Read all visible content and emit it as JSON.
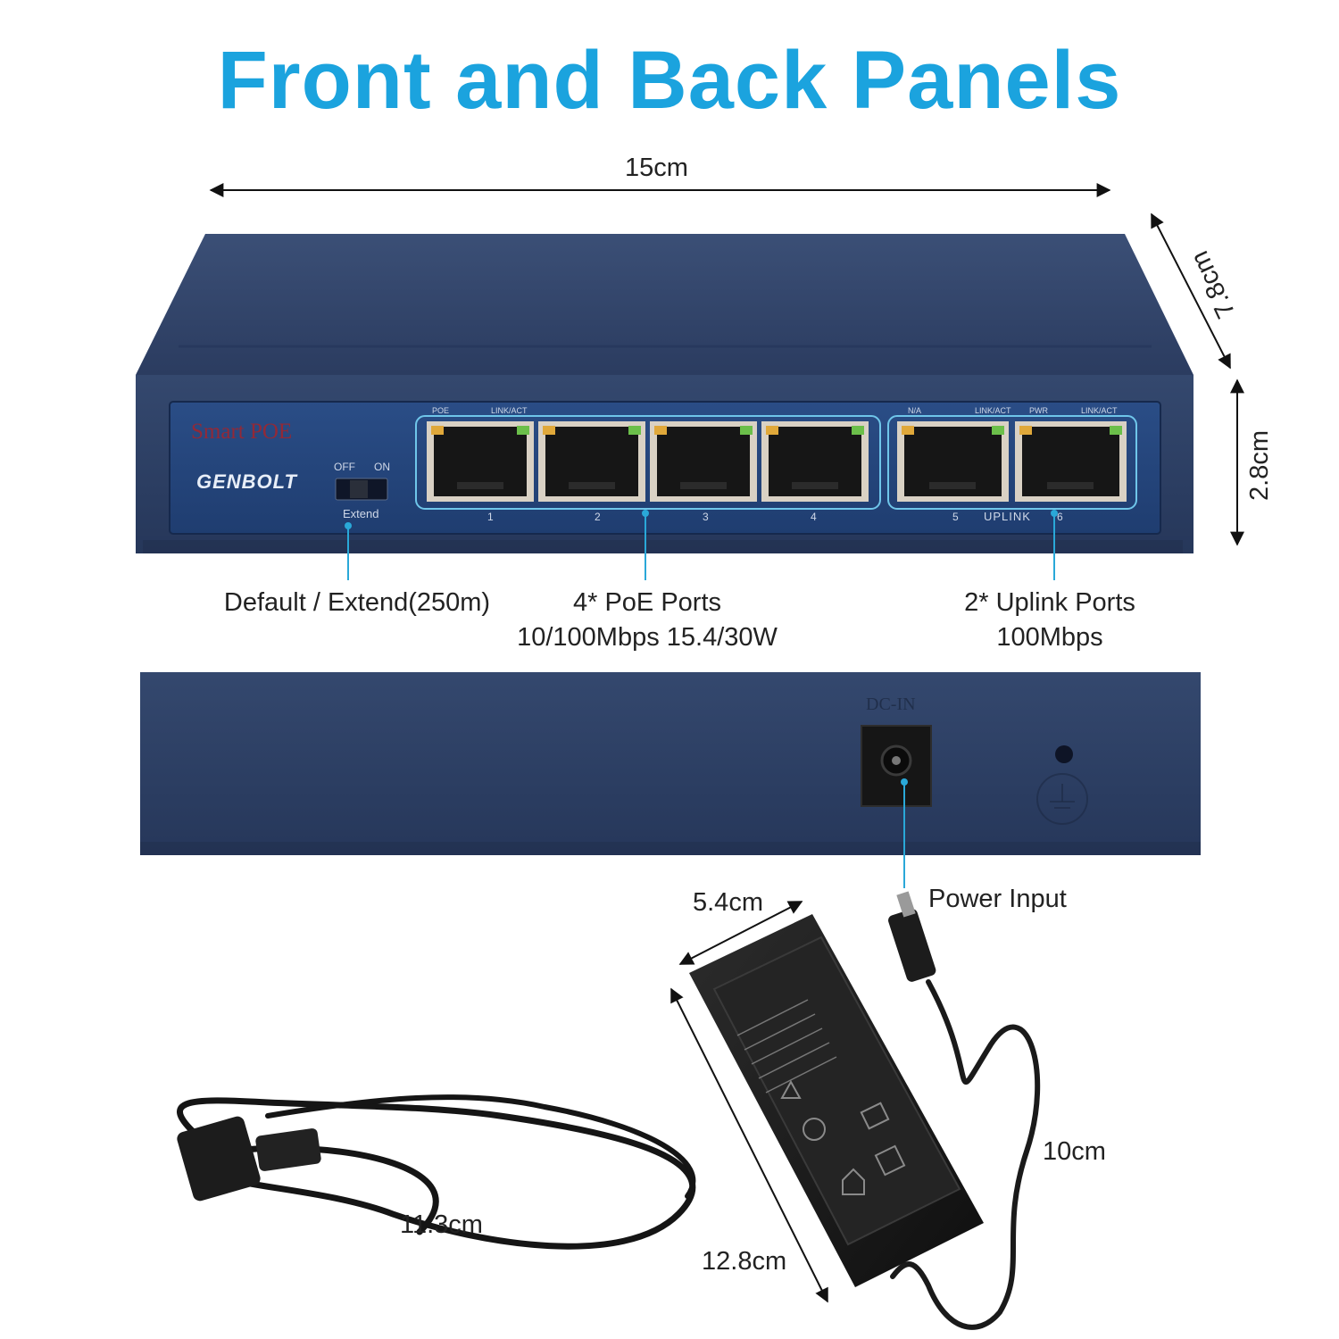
{
  "title": "Front and Back Panels",
  "colors": {
    "title": "#1ba3de",
    "callout": "#2aa8d8",
    "panel": "#2d3f63",
    "panel_dark": "#1f2c4a",
    "port_frame": "#d8d0c4",
    "led_green": "#6bbf4a",
    "led_amber": "#e0a83a",
    "brand_red": "#a5242b",
    "adapter": "#1b1b1b"
  },
  "dimensions": {
    "width": "15cm",
    "depth": "7.8cm",
    "height": "2.8cm",
    "adapter_width": "5.4cm",
    "adapter_length": "12.8cm",
    "cable_length": "10cm",
    "cord_length": "11.3cm"
  },
  "front_panel": {
    "brand_tag": "Smart POE",
    "logo": "GENBOLT",
    "switch_off": "OFF",
    "switch_on": "ON",
    "switch_label": "Extend",
    "poe_group_labels": [
      "POE",
      "LINK/ACT"
    ],
    "uplink_group_labels": [
      "N/A",
      "LINK/ACT",
      "PWR",
      "LINK/ACT"
    ],
    "port_numbers": [
      "1",
      "2",
      "3",
      "4",
      "5",
      "6"
    ],
    "uplink_label": "UPLINK"
  },
  "back_panel": {
    "dc_label": "DC-IN"
  },
  "callouts": {
    "extend": "Default / Extend(250m)",
    "poe_line1": "4* PoE Ports",
    "poe_line2": "10/100Mbps 15.4/30W",
    "uplink_line1": "2* Uplink Ports",
    "uplink_line2": "100Mbps",
    "power": "Power Input"
  }
}
